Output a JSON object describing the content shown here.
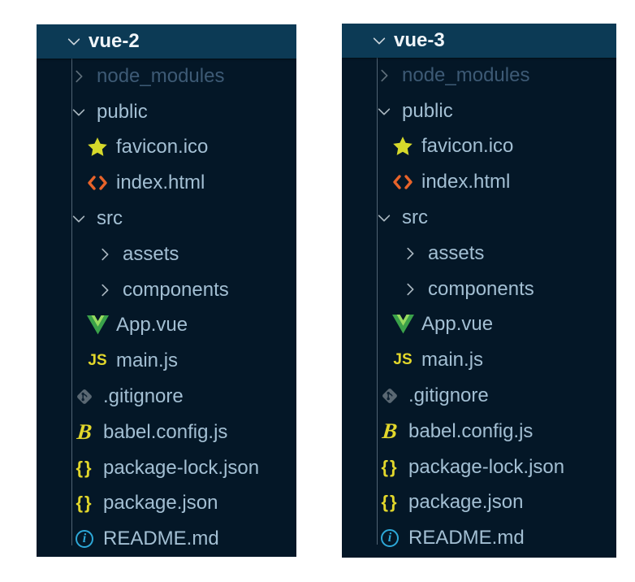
{
  "colors": {
    "panel-bg": "#041727",
    "header-bg": "#0c3a55",
    "title-text": "#f0f5f9",
    "title-chevron": "#c9d3da",
    "item-text": "#a3bfd3",
    "dimmed-text": "#3d5a75",
    "chevron": "#a9b6bf",
    "guide": "#8fa3b2",
    "star": "#d6d92b",
    "html": "#e8632a",
    "vue-outer": "#3aa24a",
    "vue-inner": "#96dc5f",
    "yellow": "#e2d72b",
    "git": "#5a6873",
    "git-glyph": "#0f2233",
    "info": "#2da8d8"
  },
  "panels": [
    {
      "title": "vue-2",
      "header_chevron": "chevron-down-icon",
      "items": [
        {
          "label": "node_modules",
          "kind": "folder",
          "depth": 1,
          "state": "collapsed",
          "dimmed": true
        },
        {
          "label": "public",
          "kind": "folder",
          "depth": 1,
          "state": "expanded",
          "dimmed": false
        },
        {
          "label": "favicon.ico",
          "kind": "file",
          "depth": 2,
          "icon": "star-icon"
        },
        {
          "label": "index.html",
          "kind": "file",
          "depth": 2,
          "icon": "html-code-icon"
        },
        {
          "label": "src",
          "kind": "folder",
          "depth": 1,
          "state": "expanded",
          "dimmed": false
        },
        {
          "label": "assets",
          "kind": "folder",
          "depth": 2,
          "state": "collapsed",
          "dimmed": false
        },
        {
          "label": "components",
          "kind": "folder",
          "depth": 2,
          "state": "collapsed",
          "dimmed": false
        },
        {
          "label": "App.vue",
          "kind": "file",
          "depth": 2,
          "icon": "vue-icon"
        },
        {
          "label": "main.js",
          "kind": "file",
          "depth": 2,
          "icon": "js-icon"
        },
        {
          "label": ".gitignore",
          "kind": "file",
          "depth": 1,
          "icon": "git-icon"
        },
        {
          "label": "babel.config.js",
          "kind": "file",
          "depth": 1,
          "icon": "babel-icon"
        },
        {
          "label": "package-lock.json",
          "kind": "file",
          "depth": 1,
          "icon": "braces-icon"
        },
        {
          "label": "package.json",
          "kind": "file",
          "depth": 1,
          "icon": "braces-icon"
        },
        {
          "label": "README.md",
          "kind": "file",
          "depth": 1,
          "icon": "info-icon"
        }
      ]
    },
    {
      "title": "vue-3",
      "header_chevron": "chevron-down-icon",
      "items": [
        {
          "label": "node_modules",
          "kind": "folder",
          "depth": 1,
          "state": "collapsed",
          "dimmed": true
        },
        {
          "label": "public",
          "kind": "folder",
          "depth": 1,
          "state": "expanded",
          "dimmed": false
        },
        {
          "label": "favicon.ico",
          "kind": "file",
          "depth": 2,
          "icon": "star-icon"
        },
        {
          "label": "index.html",
          "kind": "file",
          "depth": 2,
          "icon": "html-code-icon"
        },
        {
          "label": "src",
          "kind": "folder",
          "depth": 1,
          "state": "expanded",
          "dimmed": false
        },
        {
          "label": "assets",
          "kind": "folder",
          "depth": 2,
          "state": "collapsed",
          "dimmed": false
        },
        {
          "label": "components",
          "kind": "folder",
          "depth": 2,
          "state": "collapsed",
          "dimmed": false
        },
        {
          "label": "App.vue",
          "kind": "file",
          "depth": 2,
          "icon": "vue-icon"
        },
        {
          "label": "main.js",
          "kind": "file",
          "depth": 2,
          "icon": "js-icon"
        },
        {
          "label": ".gitignore",
          "kind": "file",
          "depth": 1,
          "icon": "git-icon"
        },
        {
          "label": "babel.config.js",
          "kind": "file",
          "depth": 1,
          "icon": "babel-icon"
        },
        {
          "label": "package-lock.json",
          "kind": "file",
          "depth": 1,
          "icon": "braces-icon"
        },
        {
          "label": "package.json",
          "kind": "file",
          "depth": 1,
          "icon": "braces-icon"
        },
        {
          "label": "README.md",
          "kind": "file",
          "depth": 1,
          "icon": "info-icon"
        }
      ]
    }
  ]
}
